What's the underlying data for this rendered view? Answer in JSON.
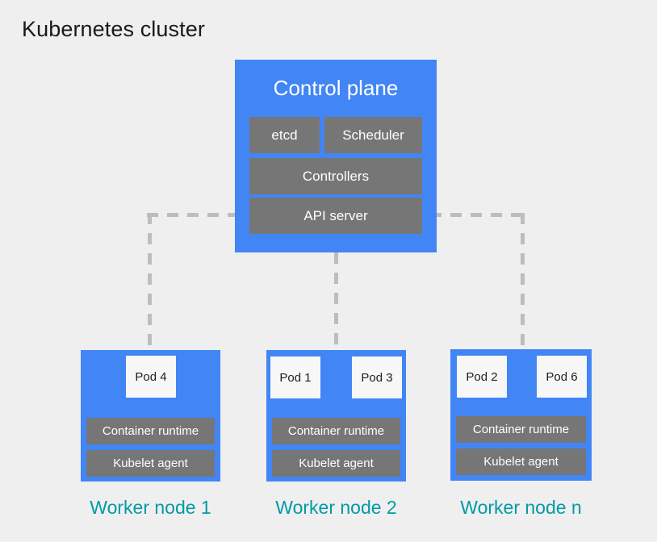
{
  "title": "Kubernetes cluster",
  "colors": {
    "background": "#efefef",
    "node_blue": "#4285f4",
    "component_gray": "#767676",
    "pod_white": "#f7f7f7",
    "label_teal": "#009aa6",
    "connector_gray": "#bdbdbd",
    "title_black": "#1a1a1a"
  },
  "control_plane": {
    "title": "Control plane",
    "components": [
      {
        "id": "etcd",
        "label": "etcd"
      },
      {
        "id": "scheduler",
        "label": "Scheduler"
      },
      {
        "id": "controllers",
        "label": "Controllers"
      },
      {
        "id": "api_server",
        "label": "API server"
      }
    ]
  },
  "worker_nodes": [
    {
      "id": "worker-node-1",
      "label": "Worker node 1",
      "pods": [
        {
          "label": "Pod 4"
        }
      ],
      "components": [
        {
          "id": "container_runtime",
          "label": "Container runtime"
        },
        {
          "id": "kubelet_agent",
          "label": "Kubelet agent"
        }
      ]
    },
    {
      "id": "worker-node-2",
      "label": "Worker node 2",
      "pods": [
        {
          "label": "Pod 1"
        },
        {
          "label": "Pod 3"
        }
      ],
      "components": [
        {
          "id": "container_runtime",
          "label": "Container runtime"
        },
        {
          "id": "kubelet_agent",
          "label": "Kubelet agent"
        }
      ]
    },
    {
      "id": "worker-node-n",
      "label": "Worker node n",
      "pods": [
        {
          "label": "Pod 2"
        },
        {
          "label": "Pod 6"
        }
      ],
      "components": [
        {
          "id": "container_runtime",
          "label": "Container runtime"
        },
        {
          "id": "kubelet_agent",
          "label": "Kubelet agent"
        }
      ]
    }
  ],
  "connectors": [
    {
      "id": "api-to-node-1",
      "style": "dashed"
    },
    {
      "id": "api-to-node-2",
      "style": "dashed"
    },
    {
      "id": "api-to-node-n",
      "style": "dashed"
    }
  ]
}
